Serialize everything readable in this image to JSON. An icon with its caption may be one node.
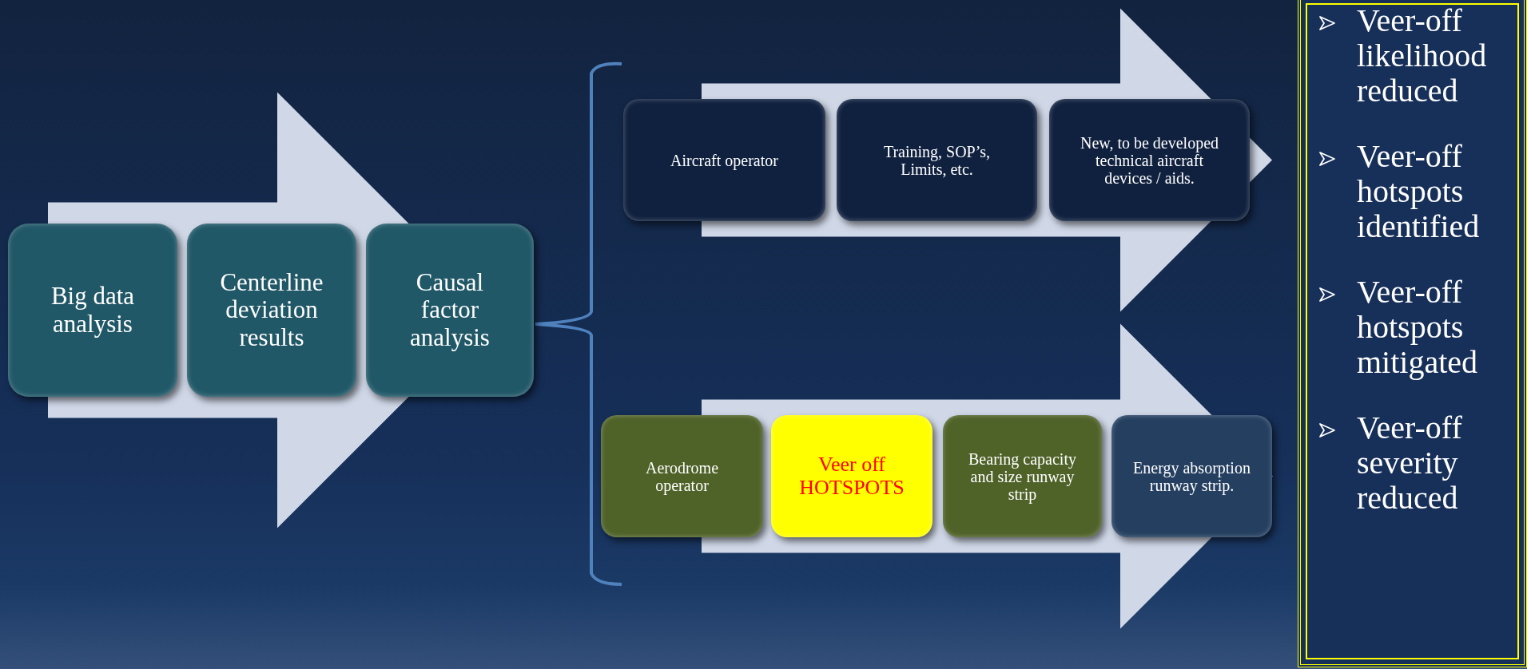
{
  "diagram": {
    "nodes": [
      {
        "text": [
          "Big data analysis"
        ]
      },
      {
        "text": [
          "Centerline deviation results"
        ]
      },
      {
        "text": [
          "Causal factor analysis"
        ]
      },
      {
        "text": [
          "Aircraft operator"
        ]
      },
      {
        "text": [
          "Training, SOP’s, Limits, etc."
        ]
      },
      {
        "text": [
          "New, to be developed technical aircraft devices / aids."
        ]
      },
      {
        "text": [
          "Aerodrome operator"
        ]
      },
      {
        "text": [
          "Veer off HOTSPOTS"
        ]
      },
      {
        "text": [
          "Bearing capacity and size runway strip"
        ]
      },
      {
        "text": [
          "Energy absorption runway strip."
        ]
      },
      {
        "text": [
          "Veer-off likelihood reduced",
          "Veer-off hotspots identified",
          "Veer-off hotspots mitigated",
          "Veer-off severity reduced"
        ]
      }
    ],
    "edges": [
      {
        "from": 0,
        "to": 2,
        "arrow": "to",
        "style": "thick"
      },
      {
        "from": 3,
        "to": 5,
        "arrow": "to",
        "style": "thick"
      },
      {
        "from": 6,
        "to": 9,
        "arrow": "to",
        "style": "thick"
      }
    ]
  }
}
